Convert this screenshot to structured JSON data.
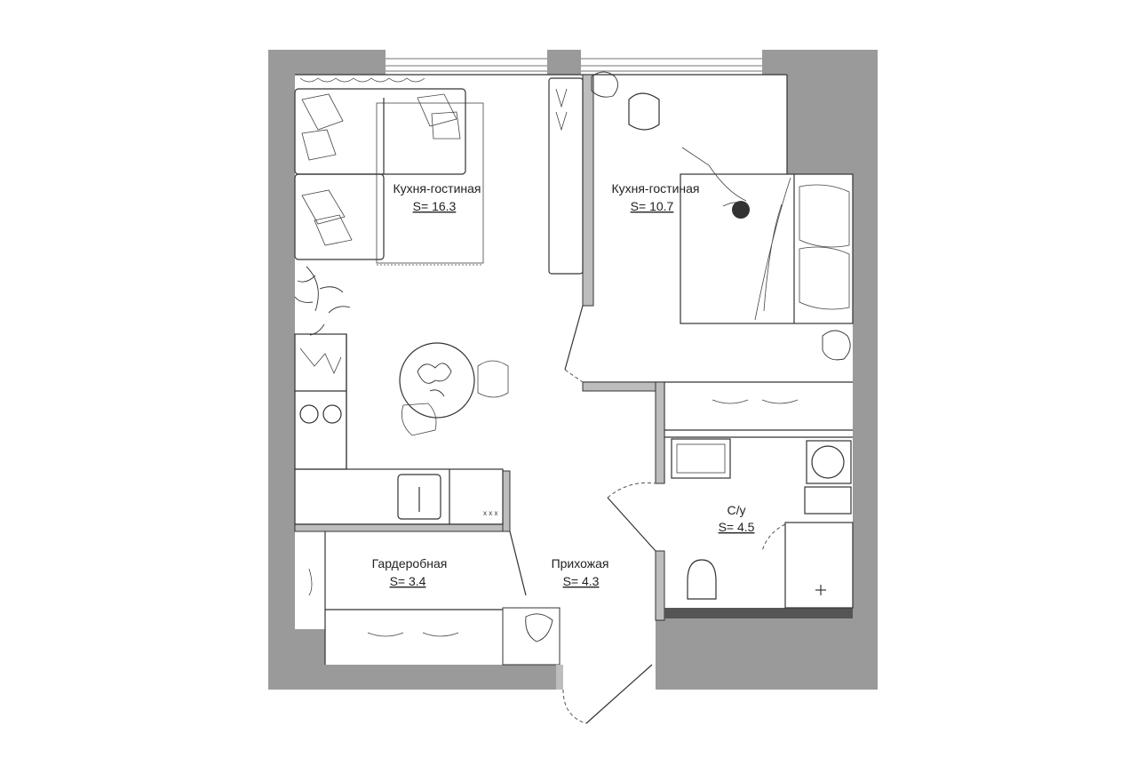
{
  "rooms": [
    {
      "id": "living",
      "name": "Кухня-гостиная",
      "area": "S= 16.3"
    },
    {
      "id": "bedroom",
      "name": "Кухня-гостиная",
      "area": "S= 10.7"
    },
    {
      "id": "bathroom",
      "name": "С/у",
      "area": "S= 4.5"
    },
    {
      "id": "wardrobe",
      "name": "Гардеробная",
      "area": "S= 3.4"
    },
    {
      "id": "hallway",
      "name": "Прихожая",
      "area": "S= 4.3"
    }
  ],
  "colors": {
    "wall": "#9a9a9a",
    "line": "#333333",
    "background": "#ffffff",
    "floor_strip": "#555555"
  }
}
